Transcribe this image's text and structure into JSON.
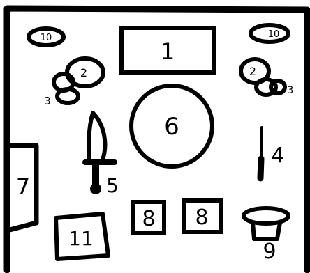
{
  "diagram": {
    "stroke_color": "#000000",
    "background_color": "#ffffff",
    "labels": {
      "box_1": "1",
      "blob_left_2": "2",
      "blob_left_3": "3",
      "blob_right_2": "2",
      "blob_right_3": "3",
      "wand_4": "4",
      "knife_5": "5",
      "circle_6": "6",
      "door_7": "7",
      "square_left_8": "8",
      "square_right_8": "8",
      "pot_9": "9",
      "oval_left_10": "10",
      "oval_right_10": "10",
      "trapezoid_11": "11"
    }
  }
}
